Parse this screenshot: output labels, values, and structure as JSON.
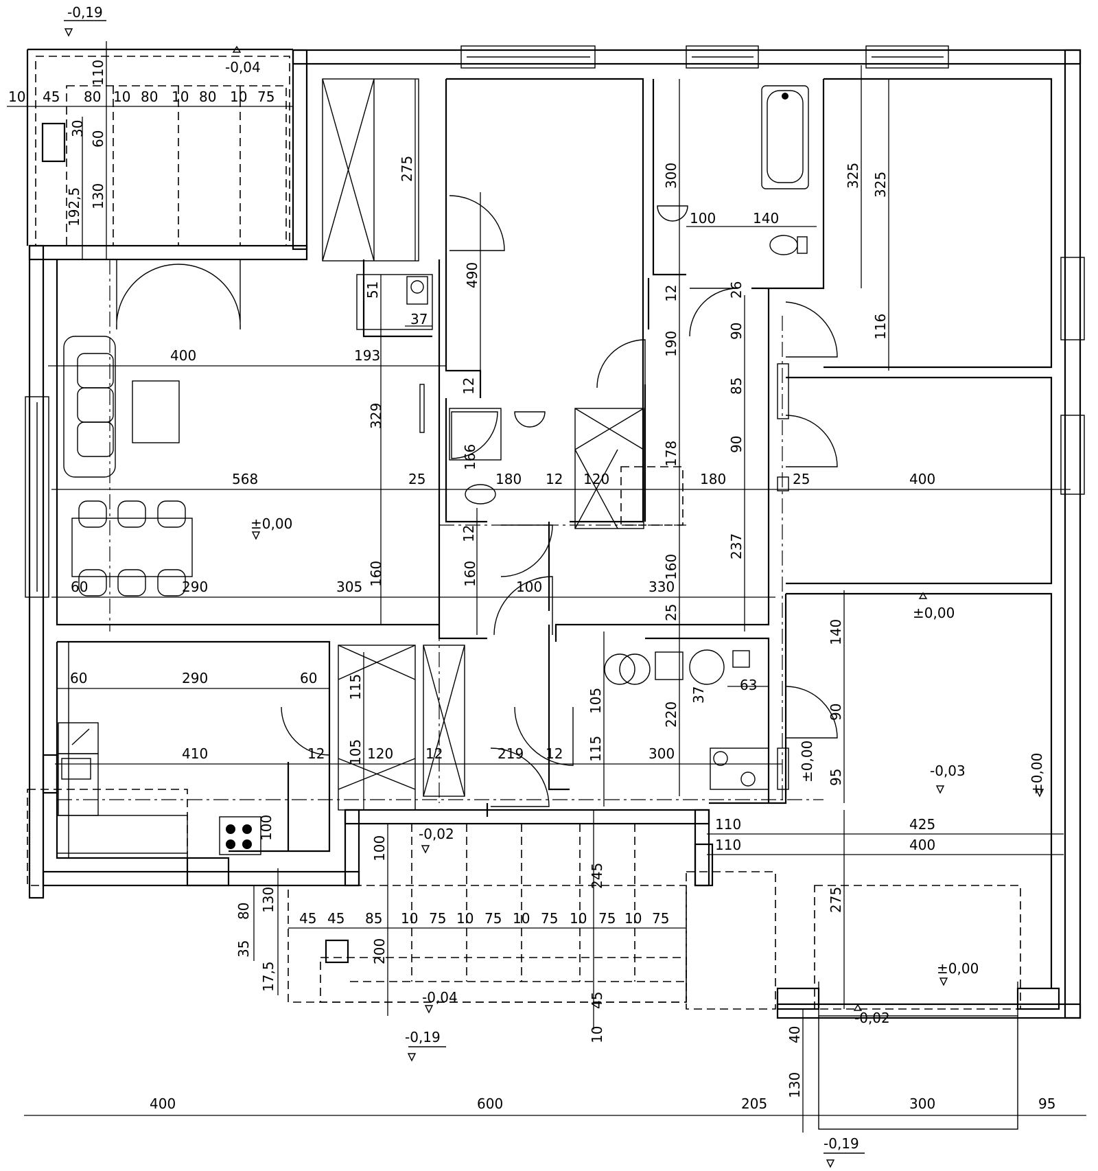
{
  "plan": {
    "levels": {
      "top_left": "-0,19",
      "top_terrace": "-0,04",
      "living": "±0,00",
      "bedroom_right": "±0,00",
      "garage": "-0,03",
      "garage_side": "±0,00",
      "garage_door": "±0,00",
      "front_terrace_a": "-0,02",
      "front_terrace_b": "-0,04",
      "bottom_center": "-0,19",
      "entrance_step": "-0,02",
      "bottom_right": "-0,19",
      "garage_entry": "±0,00"
    },
    "dims": {
      "t_10a": "10",
      "t_45": "45",
      "t_80a": "80",
      "t_10b": "10",
      "t_80b": "80",
      "t_10c": "10",
      "t_80c": "80",
      "t_10d": "10",
      "t_75": "75",
      "t_110": "110",
      "t_30": "30",
      "t_60": "60",
      "t_1925": "192,5",
      "t_130": "130",
      "d_275a": "275",
      "d_490": "490",
      "d_300a": "300",
      "d_100a": "100",
      "d_140a": "140",
      "d_325a": "325",
      "d_325b": "325",
      "d_116": "116",
      "d_51": "51",
      "d_37a": "37",
      "d_400a": "400",
      "d_193": "193",
      "d_329": "329",
      "d_12a": "12",
      "d_166": "166",
      "d_12b": "12",
      "d_26": "26",
      "d_90a": "90",
      "d_85": "85",
      "d_90b": "90",
      "d_190": "190",
      "d_178": "178",
      "d_568": "568",
      "d_25a": "25",
      "d_180a": "180",
      "d_12c": "12",
      "d_120a": "120",
      "d_180b": "180",
      "d_25b": "25",
      "d_400b": "400",
      "d_12d": "12",
      "d_160a": "160",
      "d_160b": "160",
      "d_160c": "160",
      "d_237": "237",
      "d_60a": "60",
      "d_290a": "290",
      "d_305": "305",
      "d_100b": "100",
      "d_330": "330",
      "d_25c": "25",
      "d_140b": "140",
      "d_60b": "60",
      "d_290b": "290",
      "d_60c": "60",
      "d_115a": "115",
      "d_105a": "105",
      "d_37b": "37",
      "d_63": "63",
      "d_220": "220",
      "d_90c": "90",
      "d_105b": "105",
      "d_410": "410",
      "d_12e": "12",
      "d_120b": "120",
      "d_12f": "12",
      "d_219": "219",
      "d_12g": "12",
      "d_115b": "115",
      "d_300b": "300",
      "d_95": "95",
      "d_100c": "100",
      "d_110a": "110",
      "d_425": "425",
      "d_110b": "110",
      "d_400c": "400",
      "d_100d": "100",
      "d_245": "245",
      "d_275b": "275",
      "b_80": "80",
      "b_130": "130",
      "b_45a": "45",
      "b_45b": "45",
      "b_85": "85",
      "b_10a": "10",
      "b_75a": "75",
      "b_10b": "10",
      "b_75b": "75",
      "b_10c": "10",
      "b_75c": "75",
      "b_10d": "10",
      "b_75d": "75",
      "b_10e": "10",
      "b_75e": "75",
      "b_35": "35",
      "b_175": "17,5",
      "b_200": "200",
      "b_45c": "45",
      "b_10f": "10",
      "b_40": "40",
      "b_130b": "130",
      "o_400": "400",
      "o_600": "600",
      "o_205": "205",
      "o_300": "300",
      "o_95": "95"
    }
  }
}
